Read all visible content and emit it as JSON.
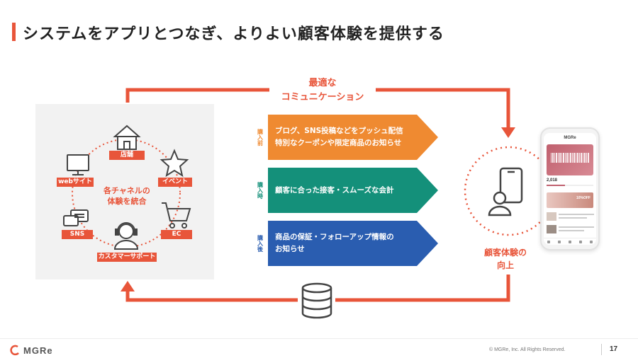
{
  "slide": {
    "title": "システムをアプリとつなぎ、よりよい顧客体験を提供する",
    "page_number": "17",
    "copyright": "© MGRe, Inc. All Rights Reserved.",
    "logo_text": "MGRe"
  },
  "flow": {
    "communication_label_line1": "最適な",
    "communication_label_line2": "コミュニケーション",
    "improve_line1": "顧客体験の",
    "improve_line2": "向上"
  },
  "channels": {
    "center_line1": "各チャネルの",
    "center_line2": "体験を統合",
    "items": [
      {
        "label": "店舗",
        "icon": "store-icon"
      },
      {
        "label": "イベント",
        "icon": "star-icon"
      },
      {
        "label": "EC",
        "icon": "cart-icon"
      },
      {
        "label": "カスタマーサポート",
        "icon": "headset-icon"
      },
      {
        "label": "SNS",
        "icon": "chat-bubble-icon"
      },
      {
        "label": "webサイト",
        "icon": "monitor-icon"
      }
    ]
  },
  "stages": [
    {
      "tag": "購入前",
      "line1": "ブログ、SNS投稿などをプッシュ配信",
      "line2": "特別なクーポンや限定商品のお知らせ",
      "color": "#ef8a31"
    },
    {
      "tag": "購入時",
      "line1": "顧客に合った接客・スムーズな会計",
      "line2": "",
      "color": "#14907a"
    },
    {
      "tag": "購入後",
      "line1": "商品の保証・フォローアップ情報の",
      "line2": "お知らせ",
      "color": "#2a5db0"
    }
  ],
  "phone": {
    "brand": "MGRe",
    "points": "2,018",
    "banner": "10%OFF"
  },
  "colors": {
    "accent": "#e8553a",
    "panel": "#f2f2f2",
    "icon_stroke": "#444444"
  }
}
